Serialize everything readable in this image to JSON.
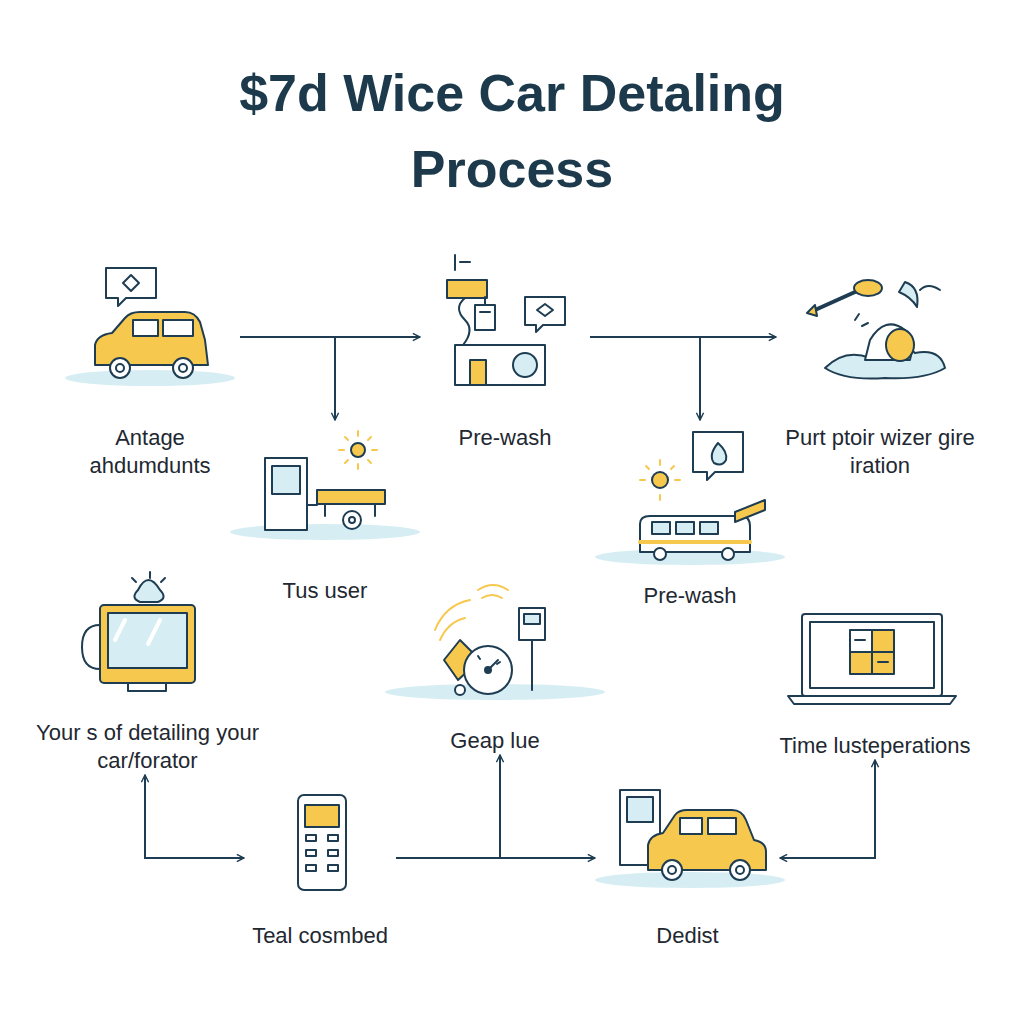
{
  "diagram": {
    "title": "$7d Wice Car Detaling Process",
    "nodes": [
      {
        "text": [
          "Antage ahdumdunts"
        ]
      },
      {
        "text": [
          "Pre-wash"
        ]
      },
      {
        "text": [
          "Purt ptoir wizer gire iration"
        ]
      },
      {
        "text": [
          "Tus user"
        ]
      },
      {
        "text": [
          "Pre-wash"
        ]
      },
      {
        "text": [
          "Your s of detailing your car/forator"
        ]
      },
      {
        "text": [
          "Geap lue"
        ]
      },
      {
        "text": [
          "Time lusteperations"
        ]
      },
      {
        "text": [
          "Teal cosmbed"
        ]
      },
      {
        "text": [
          "Dedist"
        ]
      }
    ],
    "edges": [
      {
        "from": 0,
        "to": 1,
        "arrow": "to"
      },
      {
        "from": 0,
        "to": 3,
        "arrow": "to"
      },
      {
        "from": 1,
        "to": 2,
        "arrow": "to"
      },
      {
        "from": 1,
        "to": 4,
        "arrow": "to"
      },
      {
        "from": 5,
        "to": 8,
        "arrow": "both"
      },
      {
        "from": 8,
        "to": 9,
        "arrow": "to"
      },
      {
        "from": 8,
        "to": 6,
        "arrow": "to"
      },
      {
        "from": 7,
        "to": 9,
        "arrow": "both"
      }
    ]
  }
}
